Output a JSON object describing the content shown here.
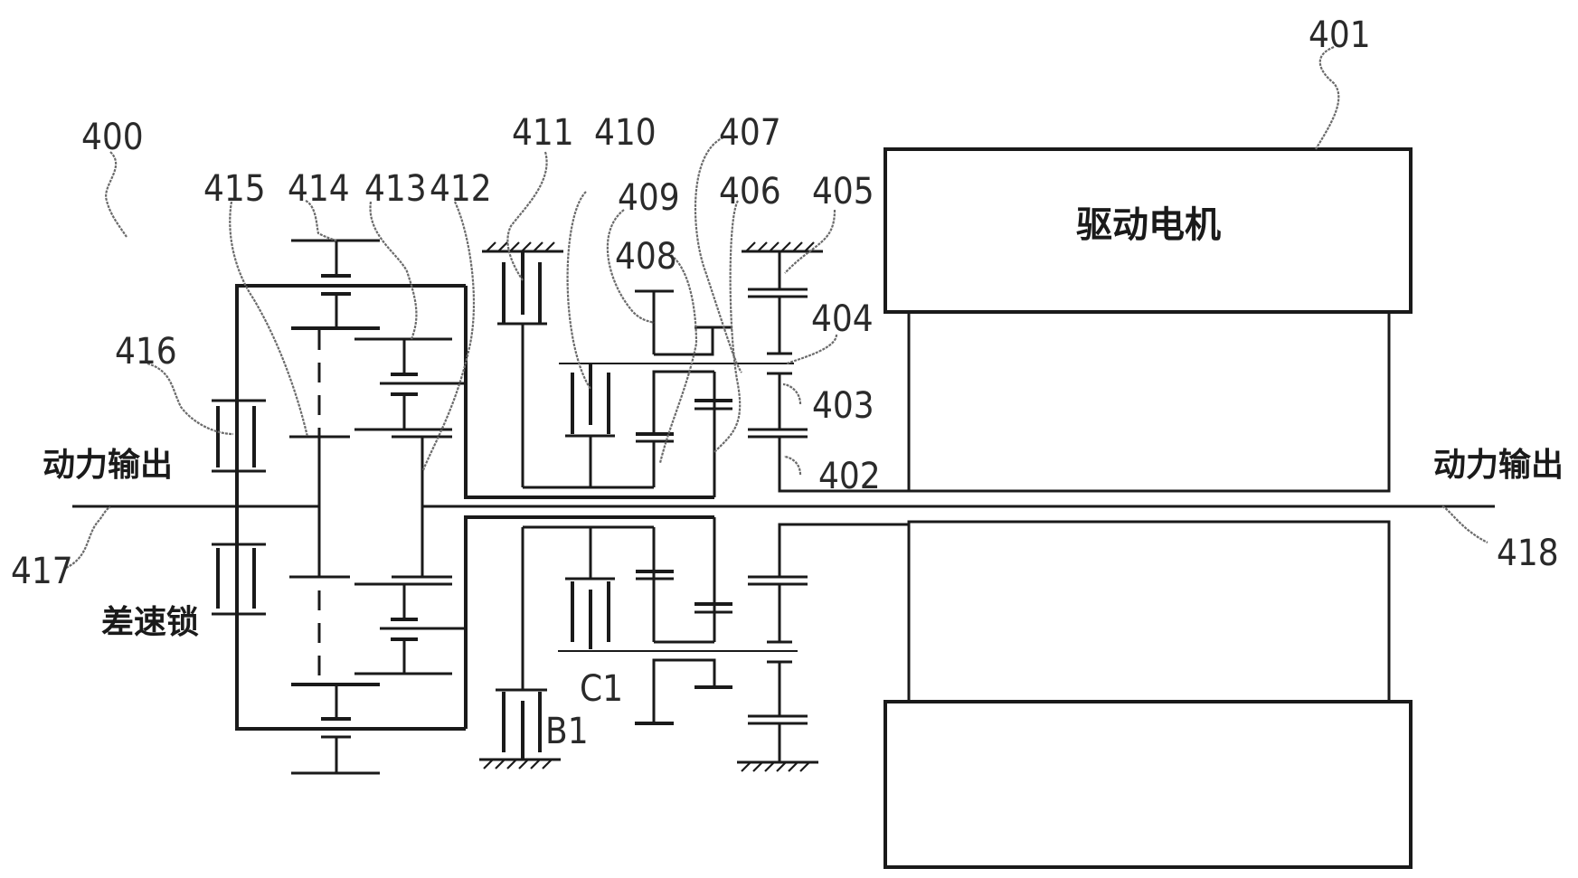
{
  "figure": {
    "type": "gear-train schematic",
    "assembly_ref": "400"
  },
  "components": {
    "motor": {
      "ref": "401",
      "label": "驱动电机"
    },
    "refs": [
      "402",
      "403",
      "404",
      "405",
      "406",
      "407",
      "408",
      "409",
      "410",
      "411",
      "412",
      "413",
      "414",
      "415",
      "416",
      "417",
      "418"
    ],
    "brake_label": "B1",
    "clutch_label": "C1"
  },
  "labels": {
    "power_output_left": "动力输出",
    "power_output_right": "动力输出",
    "diff_lock": "差速锁",
    "n400": "400",
    "n401": "401",
    "n402": "402",
    "n403": "403",
    "n404": "404",
    "n405": "405",
    "n406": "406",
    "n407": "407",
    "n408": "408",
    "n409": "409",
    "n410": "410",
    "n411": "411",
    "n412": "412",
    "n413": "413",
    "n414": "414",
    "n415": "415",
    "n416": "416",
    "n417": "417",
    "n418": "418",
    "b1": "B1",
    "c1": "C1"
  }
}
